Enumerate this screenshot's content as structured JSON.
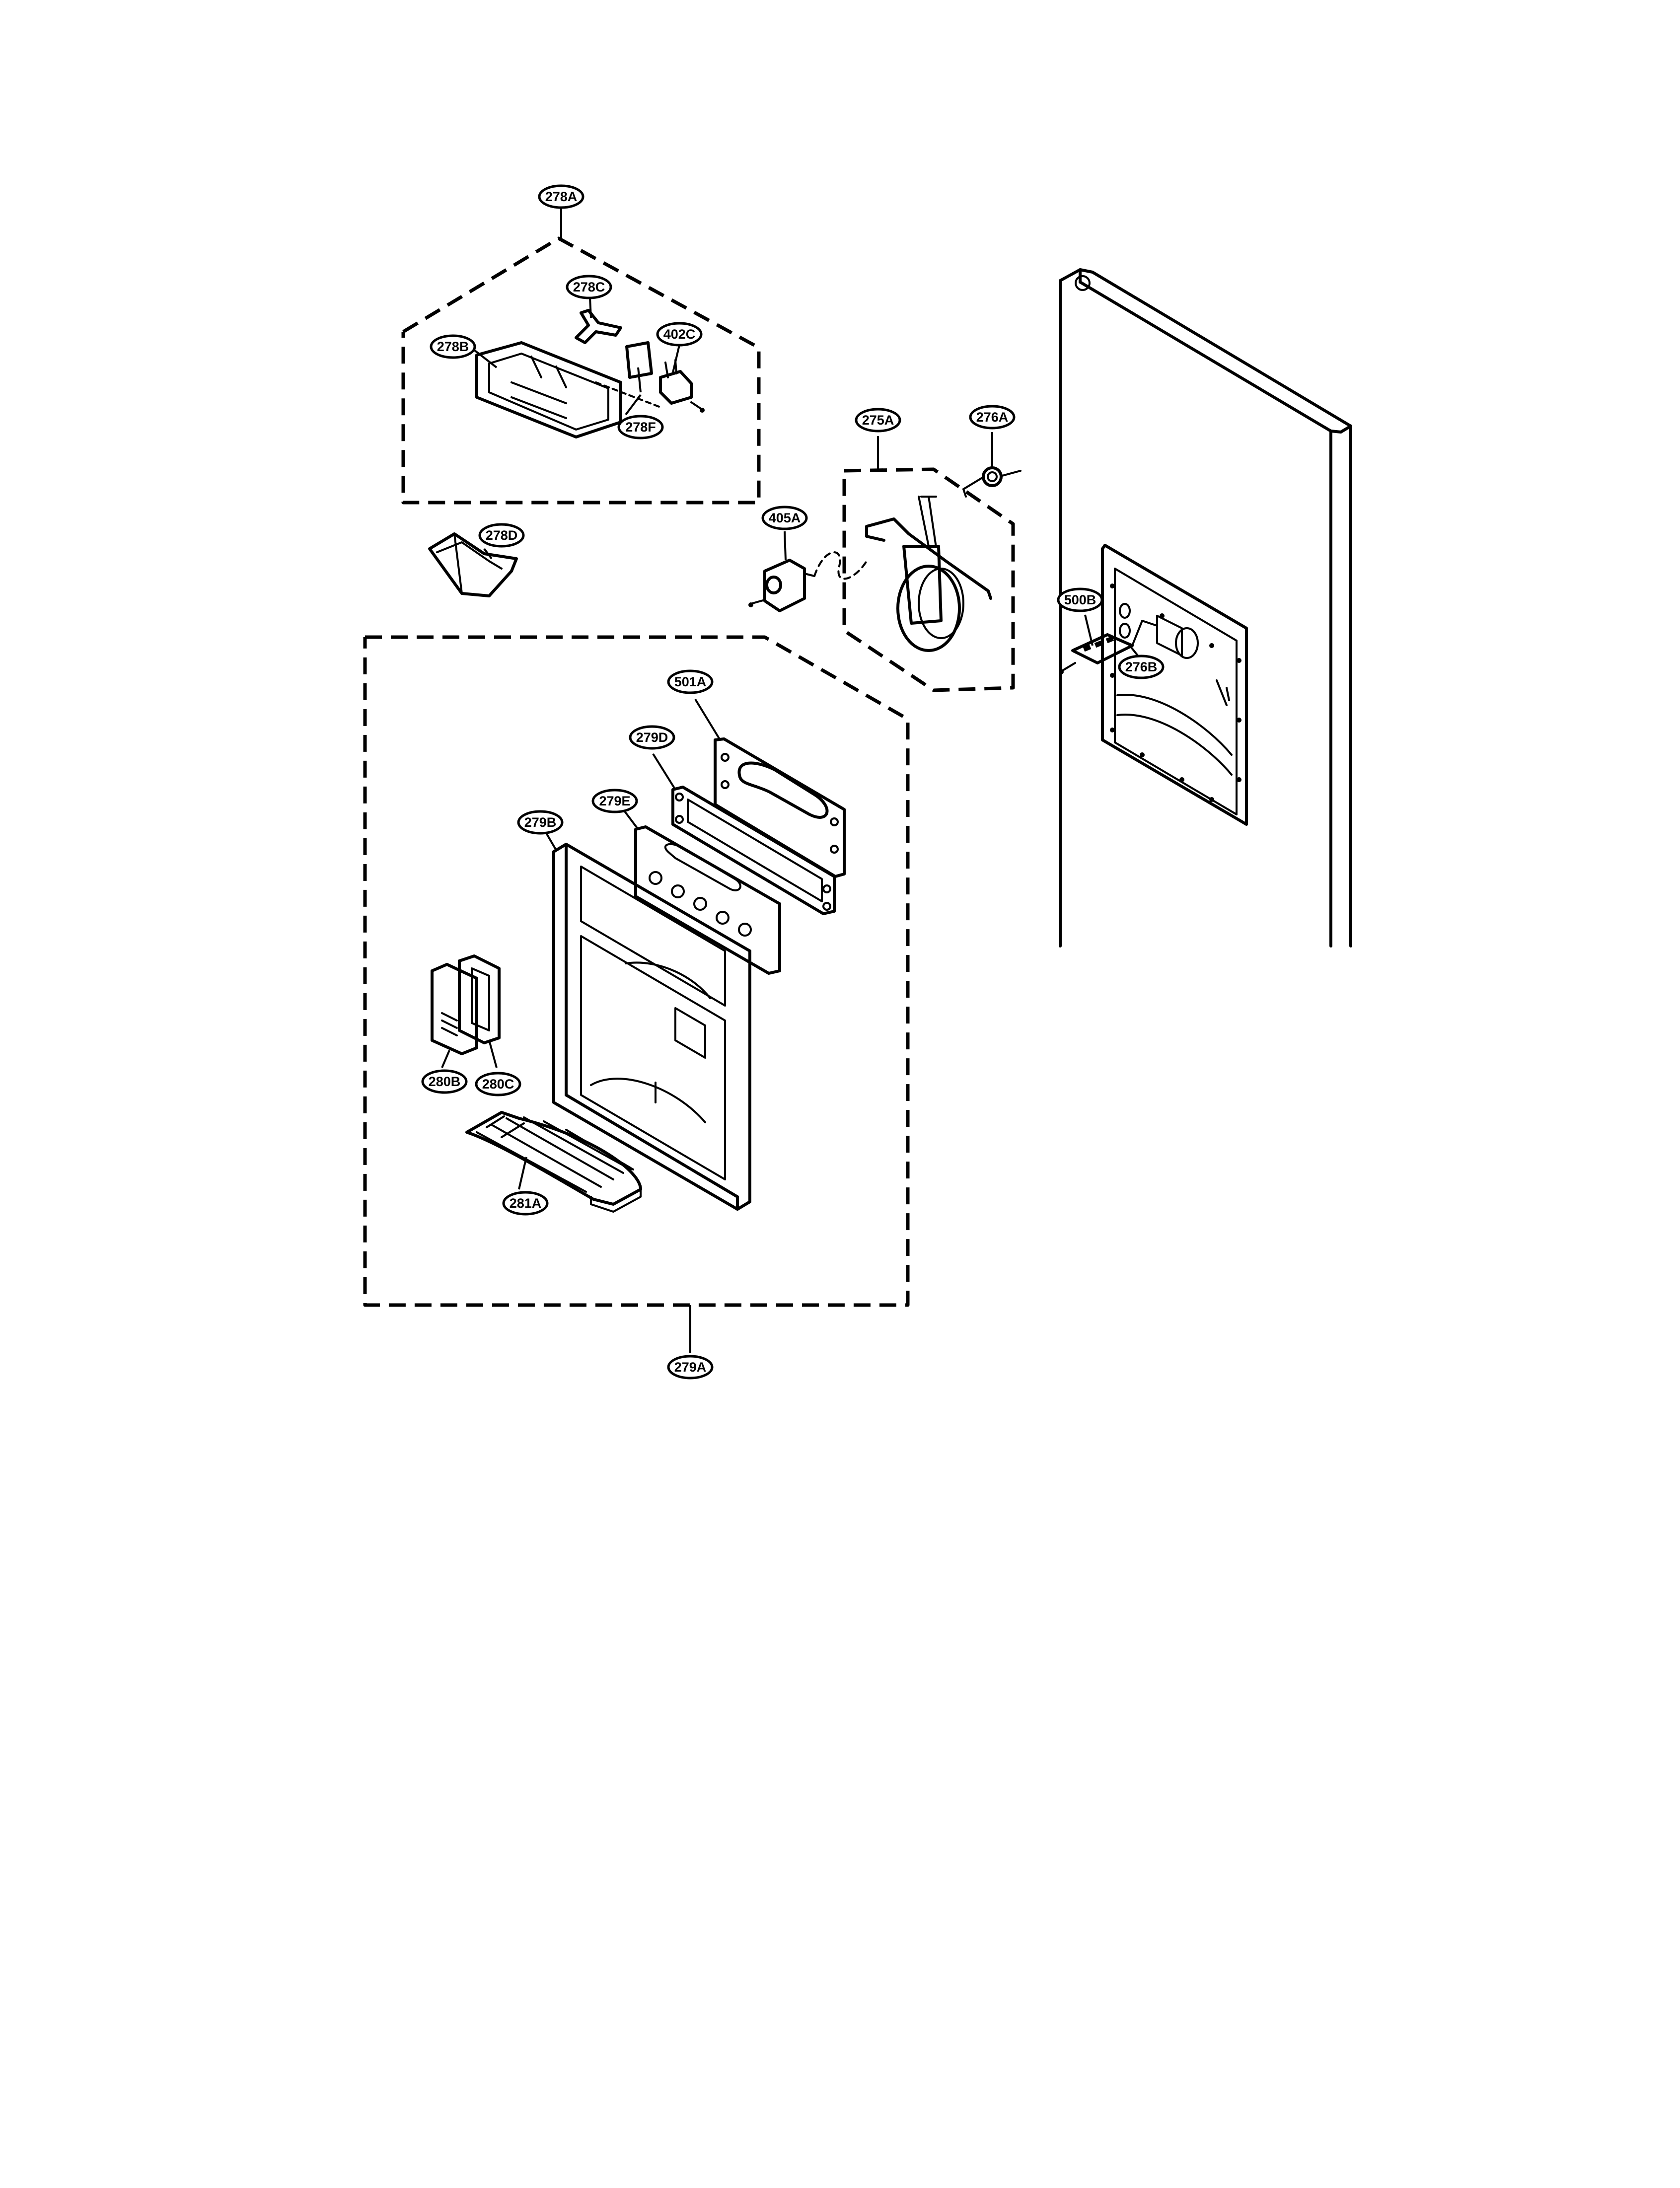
{
  "callouts": {
    "c278A": "278A",
    "c278C": "278C",
    "c278B": "278B",
    "c402C": "402C",
    "c278F": "278F",
    "c278D": "278D",
    "c275A": "275A",
    "c276A": "276A",
    "c405A": "405A",
    "c500B": "500B",
    "c276B": "276B",
    "c501A": "501A",
    "c279D": "279D",
    "c279E": "279E",
    "c279B": "279B",
    "c280B": "280B",
    "c280C": "280C",
    "c281A": "281A",
    "c279A": "279A"
  }
}
